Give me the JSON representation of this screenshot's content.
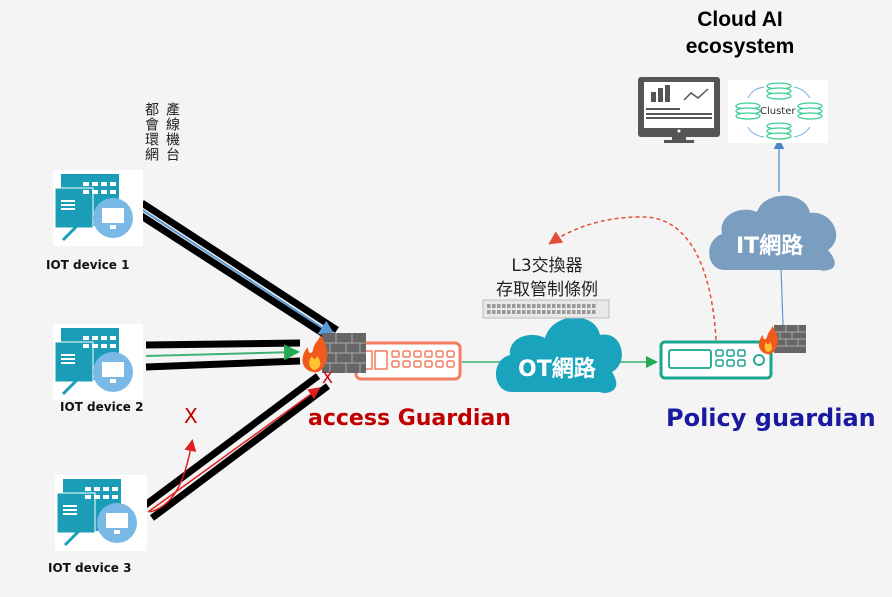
{
  "cloud_ai": {
    "title_line1": "Cloud AI",
    "title_line2": "ecosystem",
    "cluster_label": "Cluster"
  },
  "vertical_labels": {
    "col1": "都會環網",
    "col2": "產線機台"
  },
  "devices": [
    {
      "label": "IOT device 1",
      "traffic": "allowed",
      "line_color": "#5b9bd5"
    },
    {
      "label": "IOT device 2",
      "traffic": "allowed",
      "line_color": "#3cb371"
    },
    {
      "label": "IOT device 3",
      "traffic": "blocked",
      "line_color": "#e02020"
    }
  ],
  "blocked_mark": "X",
  "access_guardian": {
    "label": "access Guardian",
    "color": "#c00000",
    "accent": "#f47c5f"
  },
  "l3_switch": {
    "line1": "L3交換器",
    "line2": "存取管制條例"
  },
  "ot_network": {
    "label": "OT網路",
    "color": "#1aa3bc"
  },
  "it_network": {
    "label": "IT網路",
    "color": "#7a9ebf"
  },
  "policy_guardian": {
    "label": "Policy guardian",
    "color": "#1a1aa0",
    "accent": "#1aa38f"
  },
  "icons": [
    "monitor-chart-icon",
    "database-cluster-icon",
    "iot-device-icon",
    "firewall-icon",
    "fire-icon",
    "network-switch-icon",
    "cloud-icon",
    "appliance-icon"
  ]
}
